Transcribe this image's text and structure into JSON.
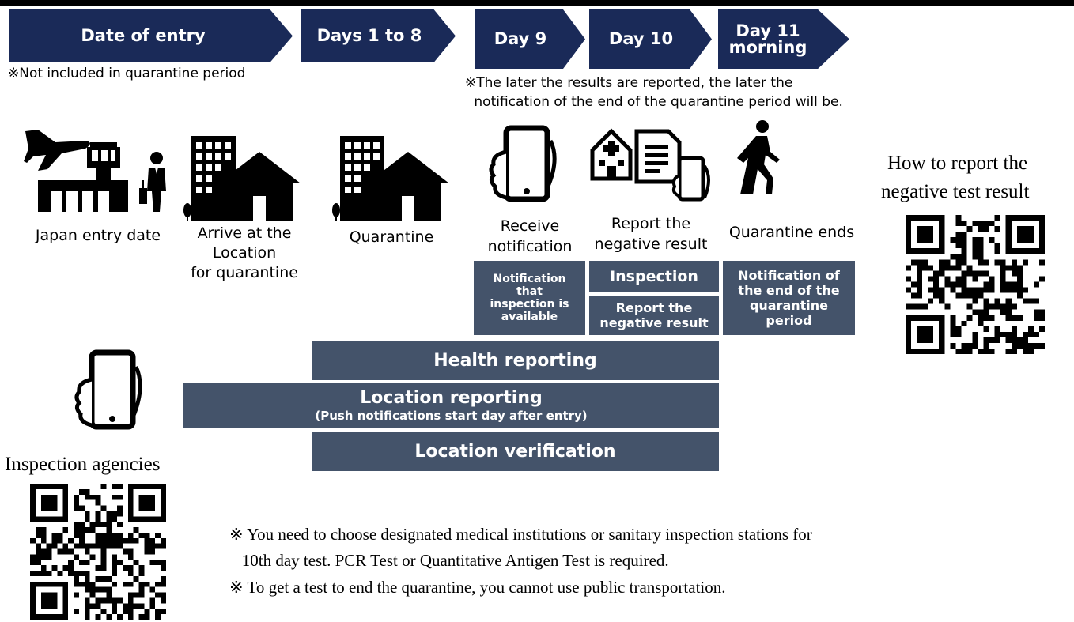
{
  "timeline": [
    {
      "label": "Date of entry"
    },
    {
      "label": "Days 1 to 8"
    },
    {
      "label": "Day 9"
    },
    {
      "label": "Day 10"
    },
    {
      "label": "Day 11\nmorning"
    }
  ],
  "notes": {
    "entry_note": "※Not included in quarantine period",
    "report_note_line1": "※The later the results are reported, the later the",
    "report_note_line2": " notification of the end of the quarantine period will be."
  },
  "stages": [
    {
      "label": "Japan entry date",
      "icon": "airport-icon"
    },
    {
      "label": "Arrive at the\nLocation\nfor quarantine",
      "icon": "building-house-icon"
    },
    {
      "label": "Quarantine",
      "icon": "building-house-icon"
    },
    {
      "label": "Receive\nnotification",
      "icon": "smartphone-icon"
    },
    {
      "label": "Report the\nnegative result",
      "icon": "hospital-document-icon"
    },
    {
      "label": "Quarantine ends",
      "icon": "walking-person-icon"
    }
  ],
  "actions": {
    "notification_available": "Notification\nthat\ninspection is\navailable",
    "inspection": "Inspection",
    "report_negative": "Report the\nnegative result",
    "end_notification": "Notification of\nthe end of the\nquarantine\nperiod"
  },
  "bars": {
    "health_reporting": "Health reporting",
    "location_reporting": "Location reporting",
    "location_reporting_sub": "(Push notifications start day after entry)",
    "location_verification": "Location verification"
  },
  "qr_sections": {
    "report_title_line1": "How to report the",
    "report_title_line2": "negative test result",
    "agencies_title": "Inspection agencies"
  },
  "footnotes": [
    "※ You need to choose designated medical institutions or sanitary inspection stations for",
    "   10th day test. PCR Test or Quantitative Antigen Test is required.",
    "※ To get a test to end the quarantine, you cannot use public transportation."
  ],
  "colors": {
    "chevron": "#1a2a58",
    "box": "#44536a",
    "icon": "#000000"
  }
}
